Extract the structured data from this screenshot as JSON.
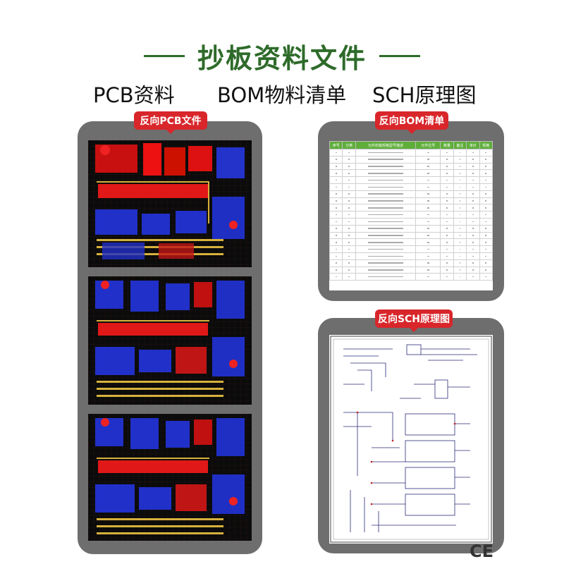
{
  "header": {
    "title": "抄板资料文件"
  },
  "categories": {
    "pcb": "PCB资料",
    "bom": "BOM物料清单",
    "sch": "SCH原理图"
  },
  "panels": {
    "pcb_tag": "反向PCB文件",
    "bom_tag": "反向BOM清单",
    "sch_tag": "反向SCH原理图"
  },
  "colors": {
    "title_green": "#2e6b2a",
    "tag_red": "#d8262b",
    "panel_gray": "#6e6e6e",
    "bom_header_green": "#5fae3a"
  },
  "bom_table": {
    "headers": [
      "序号",
      "分类",
      "元件封装规格型号描述",
      "元件位号",
      "数量",
      "备注",
      "单价",
      "规格"
    ],
    "row_count": 19
  },
  "corner_mark": "CE"
}
